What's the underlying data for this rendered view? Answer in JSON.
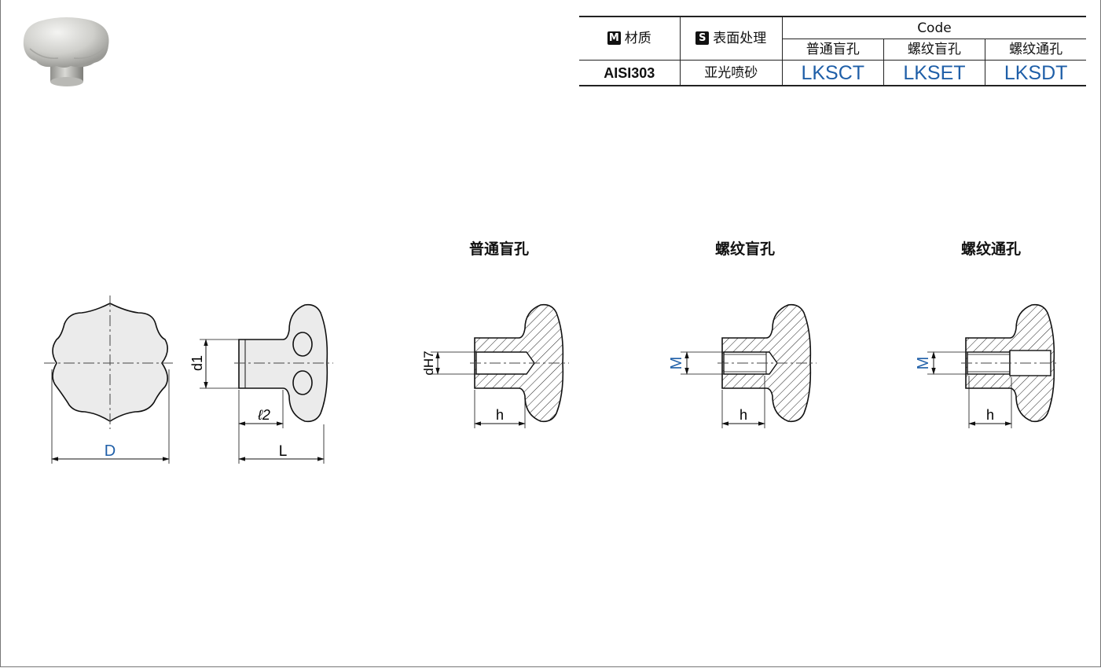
{
  "table": {
    "material_tag": "M",
    "material_header": "材质",
    "surface_tag": "S",
    "surface_header": "表面处理",
    "code_header": "Code",
    "code_columns": [
      "普通盲孔",
      "螺纹盲孔",
      "螺纹通孔"
    ],
    "row": {
      "material": "AISI303",
      "surface": "亚光喷砂",
      "codes": [
        "LKSCT",
        "LKSET",
        "LKSDT"
      ]
    }
  },
  "drawings": {
    "titles": [
      "普通盲孔",
      "螺纹盲孔",
      "螺纹通孔"
    ],
    "labels": {
      "D": "D",
      "d1": "d1",
      "l2": "ℓ2",
      "L": "L",
      "h": "h",
      "dH7": "dH7",
      "M": "M"
    }
  },
  "colors": {
    "accent_blue": "#1f5fa8",
    "line": "#111111",
    "part_fill": "#ebebeb",
    "frame": "#777777"
  }
}
